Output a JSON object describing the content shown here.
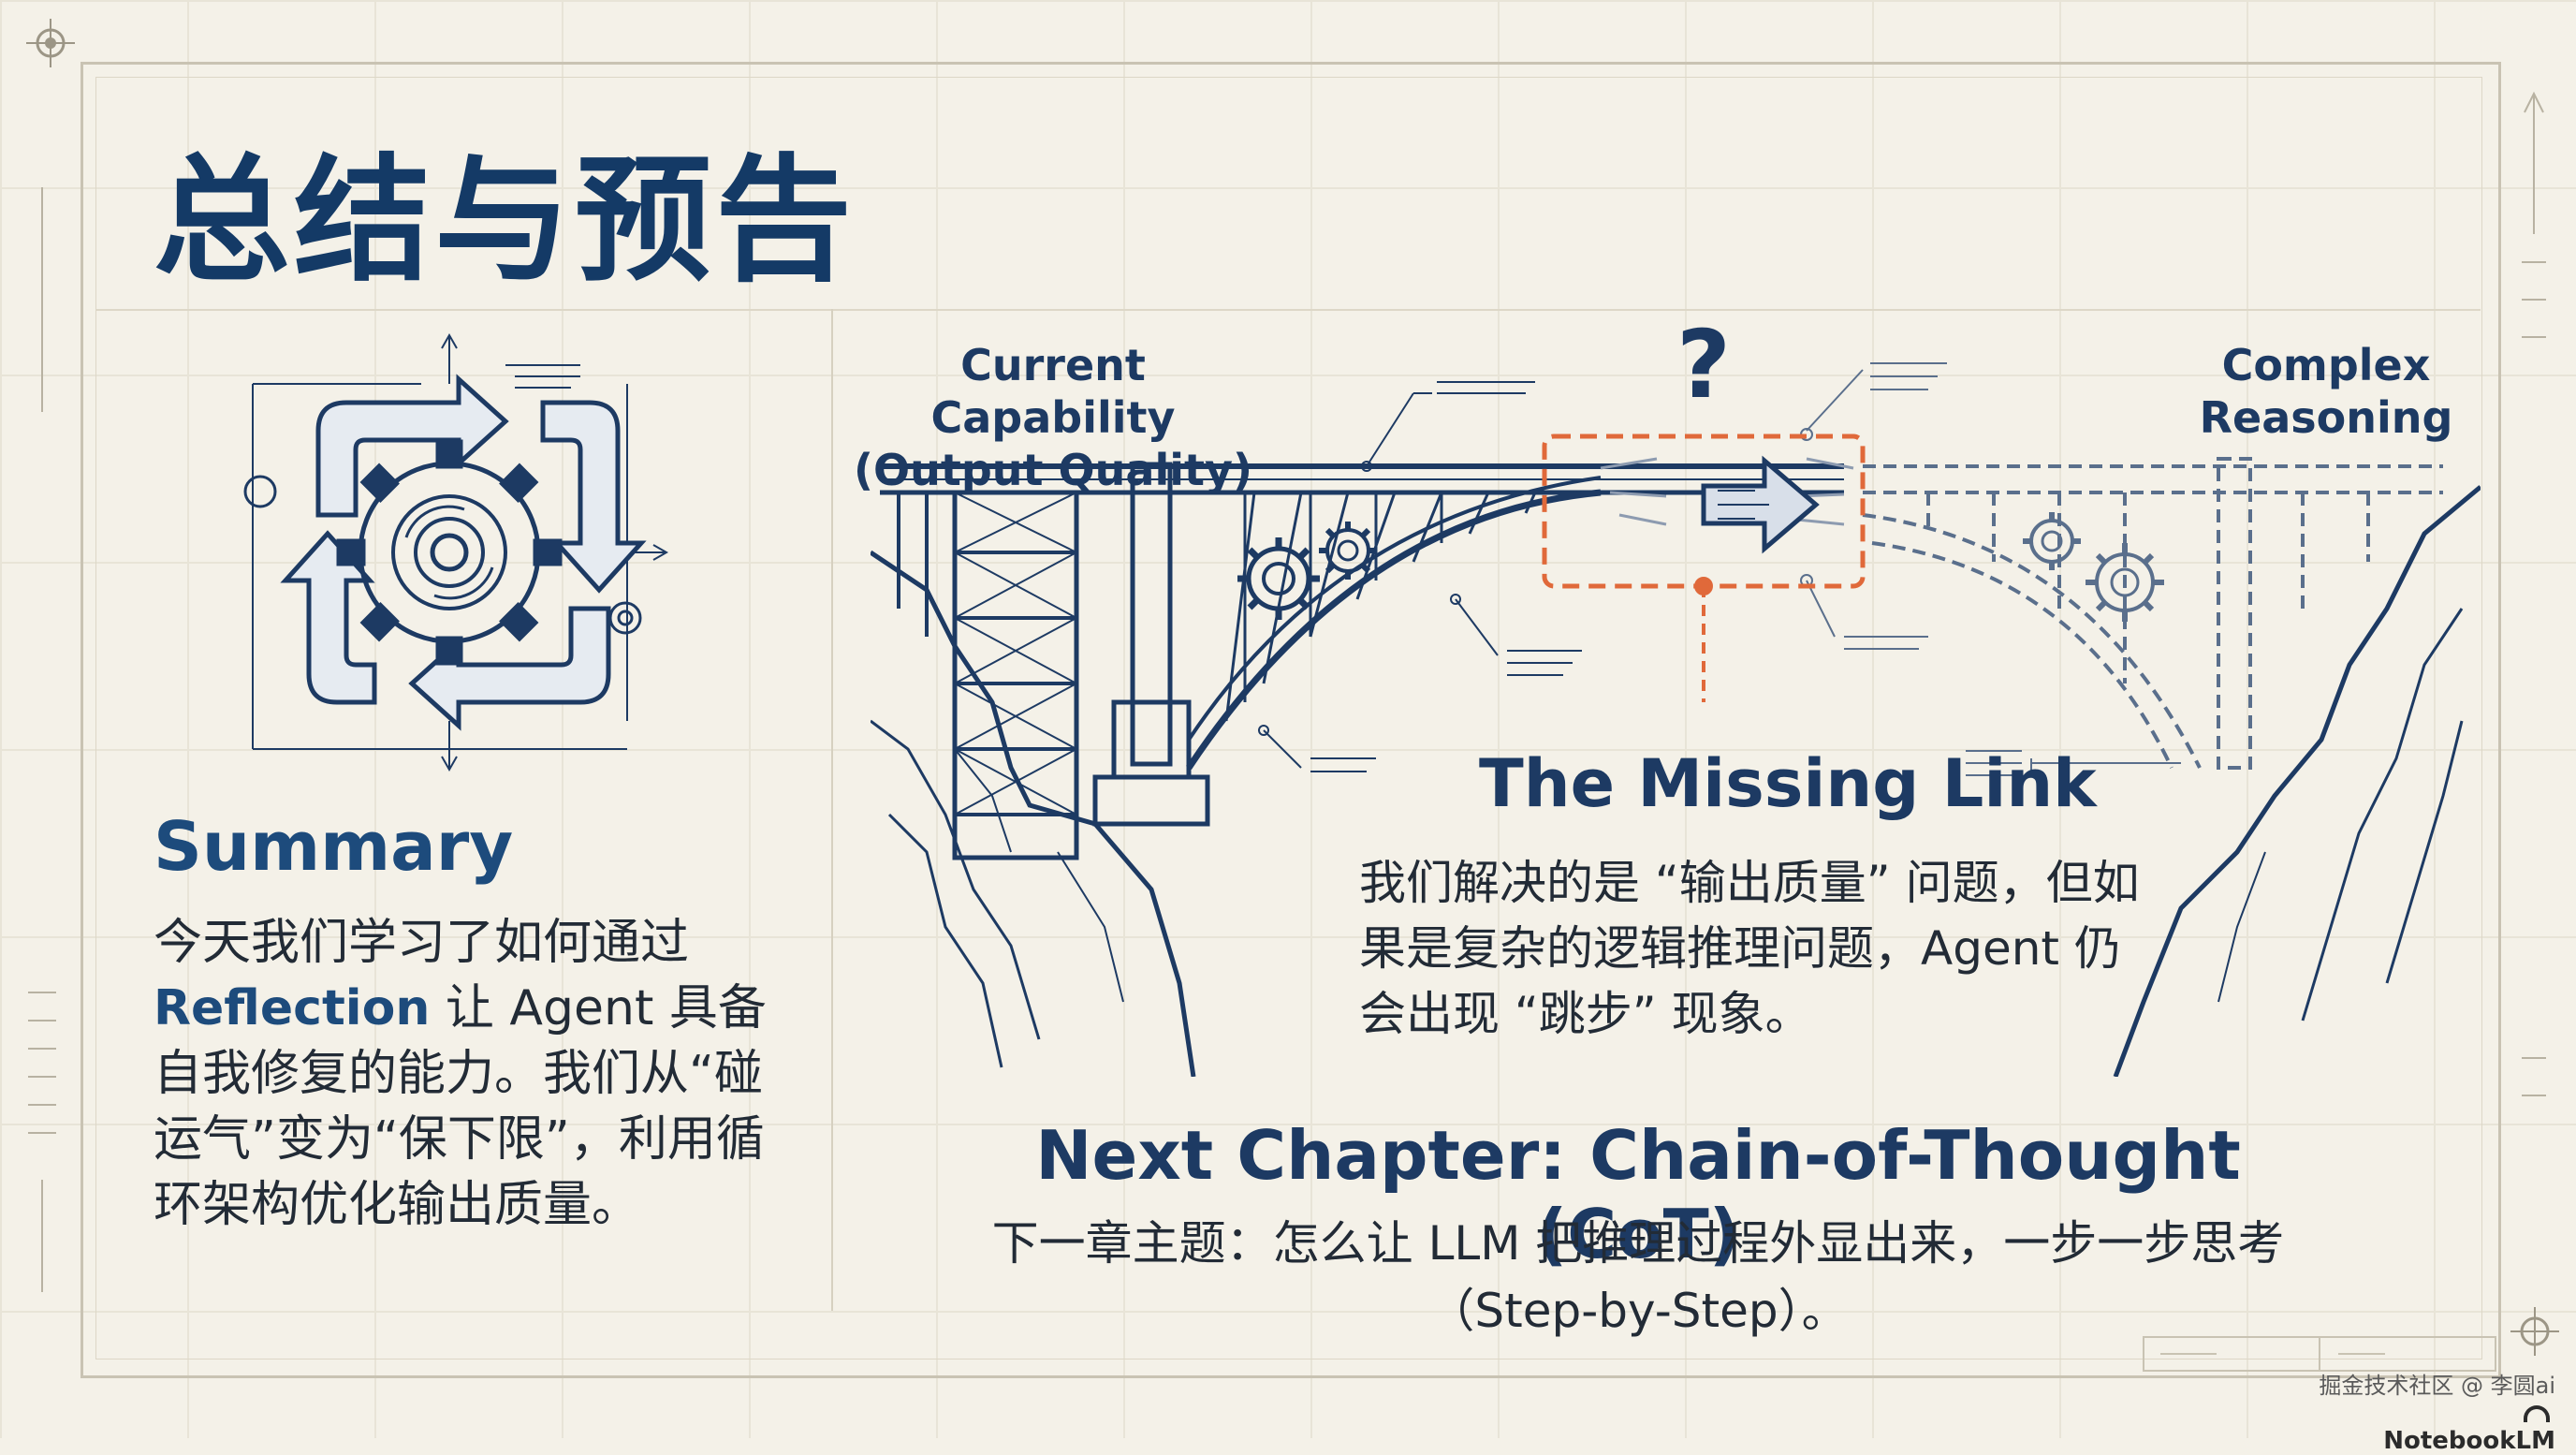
{
  "title": "总结与预告",
  "summary": {
    "heading": "Summary",
    "text_1": "今天我们学习了如何通过",
    "highlight": "Reflection",
    "text_2": " 让 Agent 具备自我修复的能力。我们从“碰运气”变为“保下限”，利用循环架构优化输出质量。"
  },
  "bridge": {
    "left_label_1": "Current Capability",
    "left_label_2": "(Output Quality)",
    "right_label_1": "Complex",
    "right_label_2": "Reasoning",
    "question_mark": "?"
  },
  "missing_link": {
    "heading": "The Missing Link",
    "text": "我们解决的是 “输出质量” 问题，但如果是复杂的逻辑推理问题，Agent 仍会出现 “跳步” 现象。"
  },
  "next_chapter": {
    "heading": "Next Chapter: Chain-of-Thought (CoT)",
    "text": "下一章主题：怎么让 LLM 把推理过程外显出来，一步一步思考（Step-by-Step）。"
  },
  "footer": {
    "watermark": "掘金技术社区 @ 李圆ai",
    "brand": "NotebookLM"
  },
  "icons": {
    "cycle": "cycle-gear-icon",
    "bridge": "bridge-illustration",
    "arrow": "right-arrow-icon",
    "brand": "notebooklm-logo-icon"
  },
  "colors": {
    "navy": "#1d3a63",
    "accent_orange": "#e0693a",
    "paper": "#f4f1e8"
  }
}
